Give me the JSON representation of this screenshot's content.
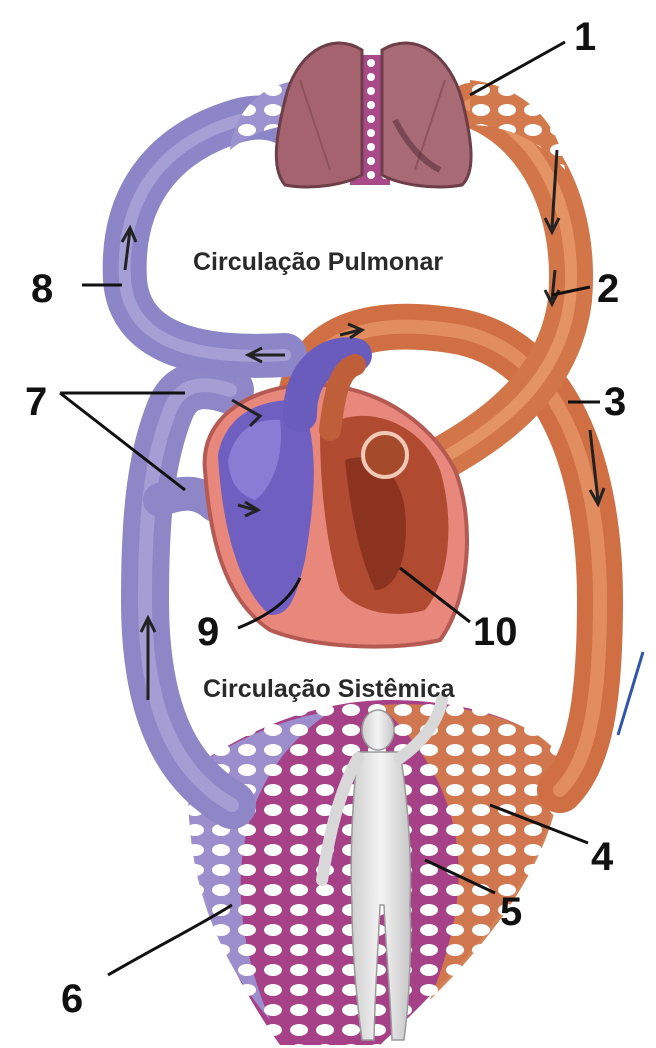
{
  "sections": {
    "pulmonary": "Circulação Pulmonar",
    "systemic": "Circulação Sistêmica"
  },
  "labels": {
    "n1": "1",
    "n2": "2",
    "n3": "3",
    "n4": "4",
    "n5": "5",
    "n6": "6",
    "n7": "7",
    "n8": "8",
    "n9": "9",
    "n10": "10"
  },
  "colors": {
    "oxygenated": "#d9784a",
    "deoxygenated": "#8c86c8",
    "capillaries": "#a93f86",
    "lungs": "#a86a74",
    "heart_wall": "#e8887e"
  }
}
